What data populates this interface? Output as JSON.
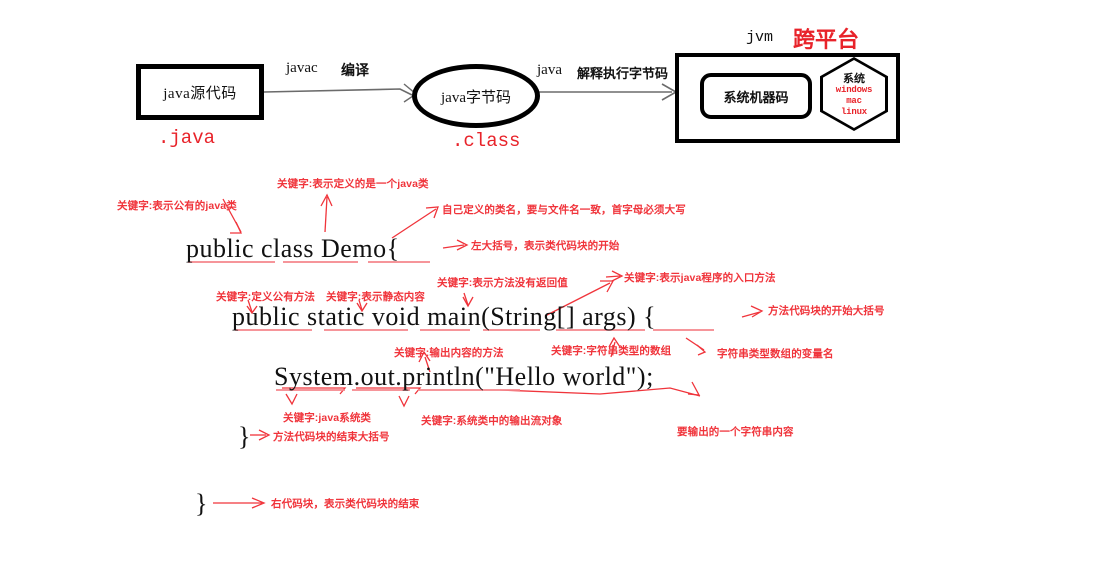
{
  "diagram": {
    "source_box": "java源代码",
    "source_ext": ".java",
    "compile_label_cmd": "javac",
    "compile_label_text": "编译",
    "bytecode_node": "java字节码",
    "bytecode_ext": ".class",
    "run_label_cmd": "java",
    "run_label_text": "解释执行字节码",
    "jvm_label": "jvm",
    "jvm_red_label": "跨平台",
    "machine_code_box": "系统机器码",
    "hexagon_title": "系统",
    "hexagon_os": [
      "windows",
      "mac",
      "linux"
    ]
  },
  "code": {
    "line1": "public class Demo{",
    "line2": "public static void main(String[] args) {",
    "line3": "System.out.println(\"Hello world\");",
    "close_method": "}",
    "close_class": "}"
  },
  "annotations": {
    "public_class_keyword": "关键字:表示公有的java类",
    "class_keyword": "关键字:表示定义的是一个java类",
    "class_name": "自己定义的类名，要与文件名一致，首字母必须大写",
    "open_brace_class": "左大括号，表示类代码块的开始",
    "public_method": "关键字:定义公有方法",
    "static_keyword": "关键字:表示静态内容",
    "void_keyword": "关键字:表示方法没有返回值",
    "main_keyword": "关键字:表示java程序的入口方法",
    "open_brace_method": "方法代码块的开始大括号",
    "println_method": "关键字:输出内容的方法",
    "string_array": "关键字:字符串类型的数组",
    "args_var": "字符串类型数组的变量名",
    "system_class": "关键字:java系统类",
    "out_stream": "关键字:系统类中的输出流对象",
    "hello_string": "要输出的一个字符串内容",
    "close_brace_method": "方法代码块的结束大括号",
    "close_brace_class": "右代码块，表示类代码块的结束"
  },
  "colors": {
    "annotation_red": "#f0343b",
    "label_red": "#e8232a",
    "ink_black": "#111111",
    "underline_pink": "#f4868c"
  }
}
